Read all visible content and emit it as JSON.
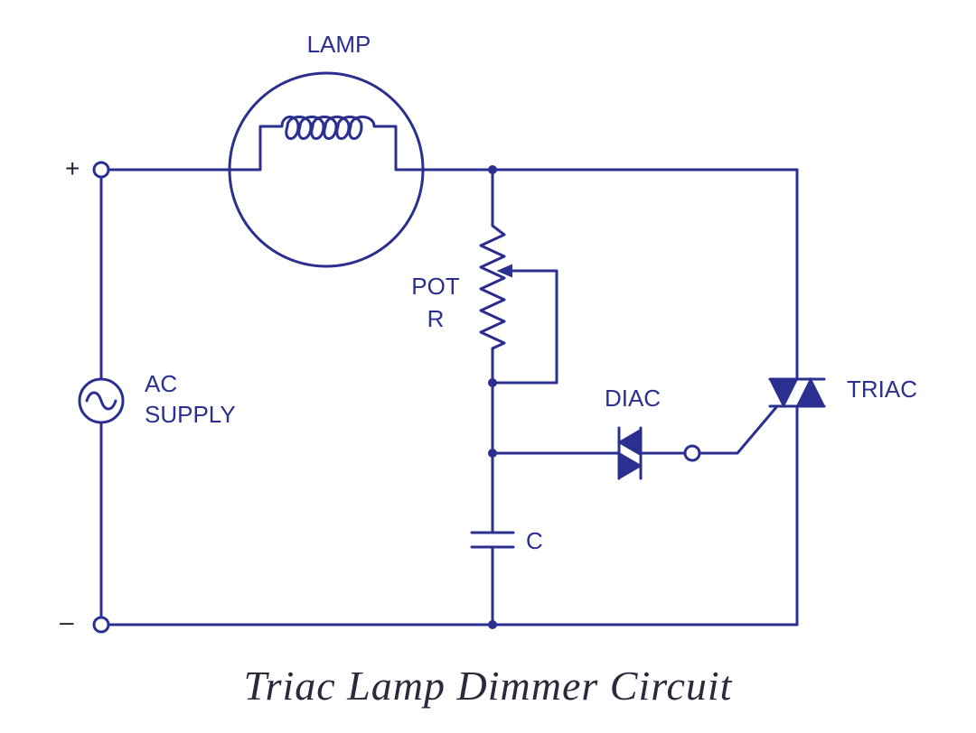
{
  "labels": {
    "lamp": "LAMP",
    "pot_line1": "POT",
    "pot_line2": "R",
    "ac_line1": "AC",
    "ac_line2": "SUPPLY",
    "diac": "DIAC",
    "triac": "TRIAC",
    "capacitor": "C",
    "plus": "+",
    "minus": "–"
  },
  "caption": "Triac Lamp Dimmer Circuit",
  "colors": {
    "ink": "#2b2f8f",
    "caption": "#2a2a3a",
    "background": "#ffffff"
  }
}
